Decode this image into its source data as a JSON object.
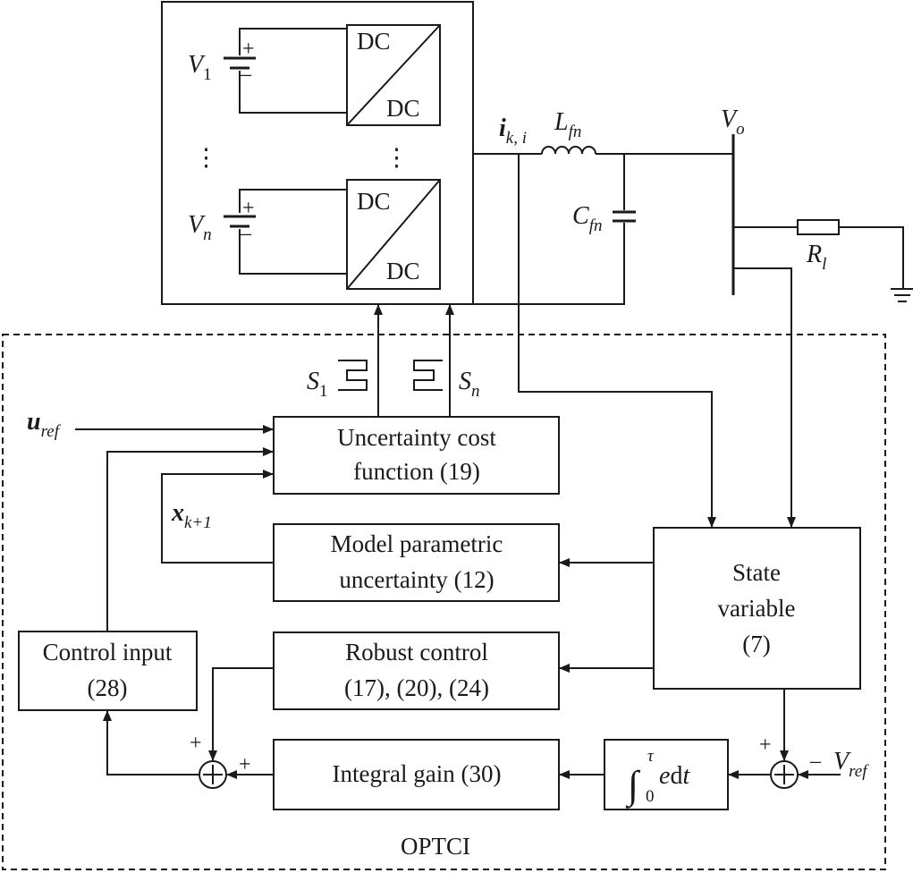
{
  "figure": {
    "title": "",
    "dc_label_in": "DC",
    "dc_label_out": "DC",
    "battery_plus": "+",
    "battery_minus": "–",
    "ellipsis": "⋮",
    "sources": [
      {
        "symbol": "V",
        "subscript": "1"
      },
      {
        "symbol": "V",
        "subscript": "n"
      }
    ],
    "current_label": {
      "symbol": "i",
      "subscript": "k, i"
    },
    "inductor_label": {
      "symbol": "L",
      "subscript": "fn"
    },
    "capacitor_label": {
      "symbol": "C",
      "subscript": "fn"
    },
    "output_voltage": {
      "symbol": "V",
      "subscript": "o"
    },
    "load_resistor": {
      "symbol": "R",
      "subscript": "l"
    },
    "switch_labels": [
      {
        "symbol": "S",
        "subscript": "1"
      },
      {
        "symbol": "S",
        "subscript": "n"
      }
    ],
    "u_ref": {
      "symbol": "u",
      "subscript": "ref"
    },
    "x_next": {
      "symbol": "x",
      "subscript": "k+1"
    },
    "v_ref": {
      "symbol": "V",
      "subscript": "ref"
    },
    "integral": {
      "upper": "τ",
      "lower": "0",
      "integrand": "e",
      "d": "d",
      "var": "t"
    },
    "signs": {
      "plus": "+",
      "minus": "–"
    },
    "blocks": {
      "uncertainty_cost": [
        "Uncertainty cost",
        "function (19)"
      ],
      "model_parametric": [
        "Model parametric",
        "uncertainty (12)"
      ],
      "state_variable": [
        "State",
        "variable",
        "(7)"
      ],
      "control_input": [
        "Control input",
        "(28)"
      ],
      "robust_control": [
        "Robust control",
        "(17), (20), (24)"
      ],
      "integral_gain": [
        "Integral gain (30)"
      ]
    },
    "controller_name": "OPTCI"
  }
}
